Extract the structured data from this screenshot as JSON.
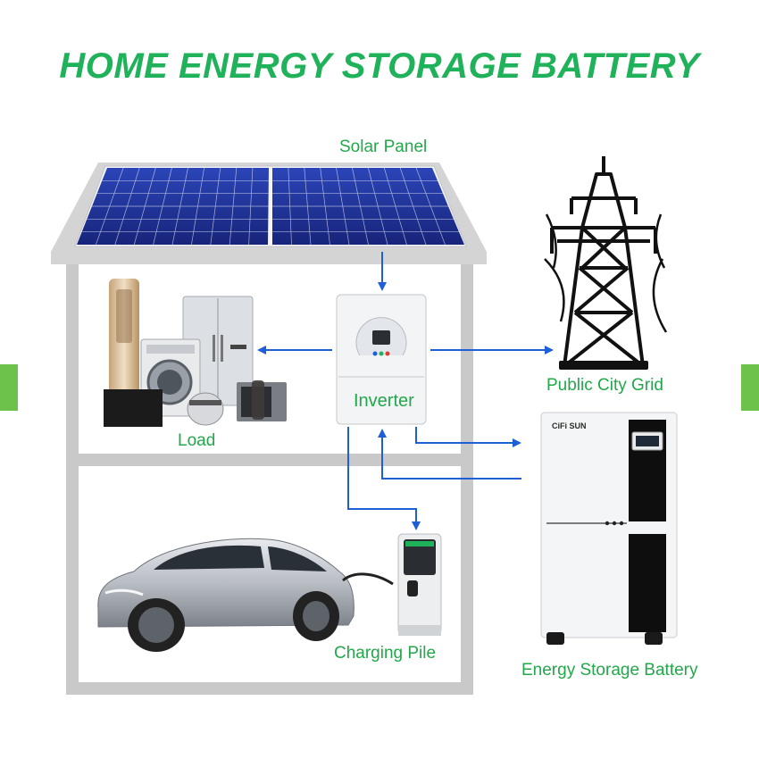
{
  "title": "HOME ENERGY STORAGE BATTERY",
  "labels": {
    "solar_panel": "Solar Panel",
    "public_grid": "Public City Grid",
    "inverter": "Inverter",
    "load": "Load",
    "battery": "Energy Storage Battery",
    "charging_pile": "Charging Pile",
    "battery_brand": "CiFi SUN"
  },
  "colors": {
    "title_green": "#1fb25a",
    "label_green": "#22a84a",
    "side_tab_green": "#6cc24a",
    "flow_arrow_blue": "#1f5fd6",
    "house_frame": "#c9c9c9",
    "solar_cell": "#1d2f8f"
  },
  "icons": {
    "panel": "solar-panel-icon",
    "inverter": "inverter-icon",
    "tower": "power-tower-icon",
    "battery": "battery-cabinet-icon",
    "car": "electric-car-icon",
    "charger": "charging-pile-icon",
    "appliances": "home-appliances-icon"
  }
}
